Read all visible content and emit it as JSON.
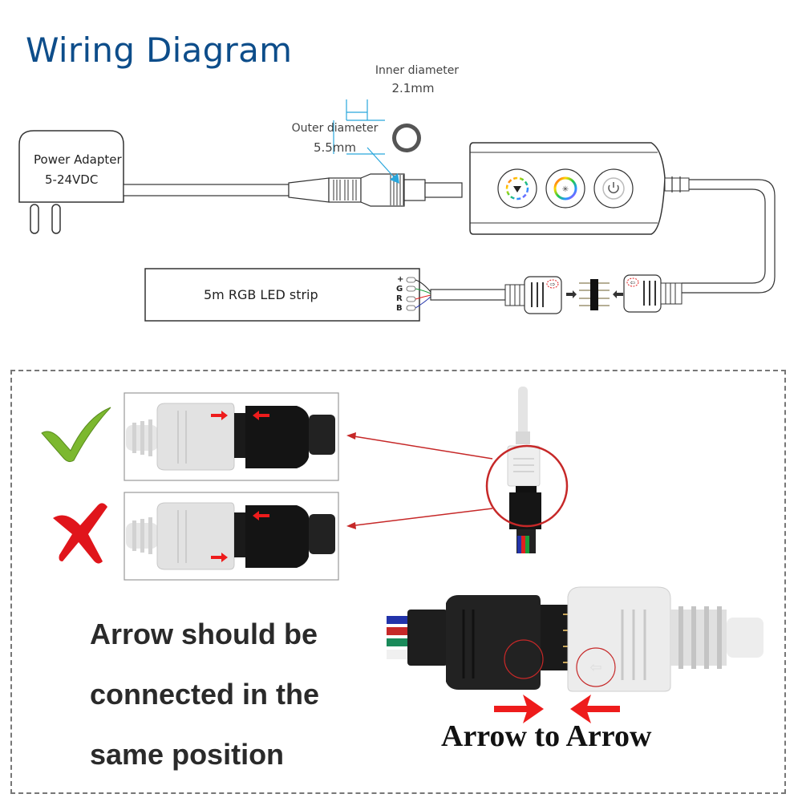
{
  "title": "Wiring Diagram",
  "power_adapter": {
    "label": "Power Adapter",
    "voltage": "5-24VDC"
  },
  "dc_jack": {
    "inner_label": "Inner diameter",
    "inner_value": "2.1mm",
    "outer_label": "Outer diameter",
    "outer_value": "5.5mm"
  },
  "controller": {
    "buttons": [
      {
        "icon": "mode-down-icon"
      },
      {
        "icon": "color-brightness-icon"
      },
      {
        "icon": "power-icon"
      }
    ]
  },
  "led_strip": {
    "label": "5m RGB LED strip",
    "pins": [
      "+",
      "G",
      "R",
      "B"
    ]
  },
  "instructions": {
    "line1": "Arrow should be",
    "line2": "connected in the",
    "line3": "same position",
    "arrow_to_arrow": "Arrow to Arrow"
  },
  "indicators": {
    "correct": "check-icon",
    "wrong": "cross-icon"
  },
  "colors": {
    "title": "#0d4d8a",
    "dimension_lines": "#29a6dc",
    "check": "#7cb82f",
    "cross": "#e0151b",
    "arrow_red": "#ee1c1c",
    "wire_green": "#1a9c3a",
    "wire_red": "#e02020",
    "wire_blue": "#2233aa"
  }
}
